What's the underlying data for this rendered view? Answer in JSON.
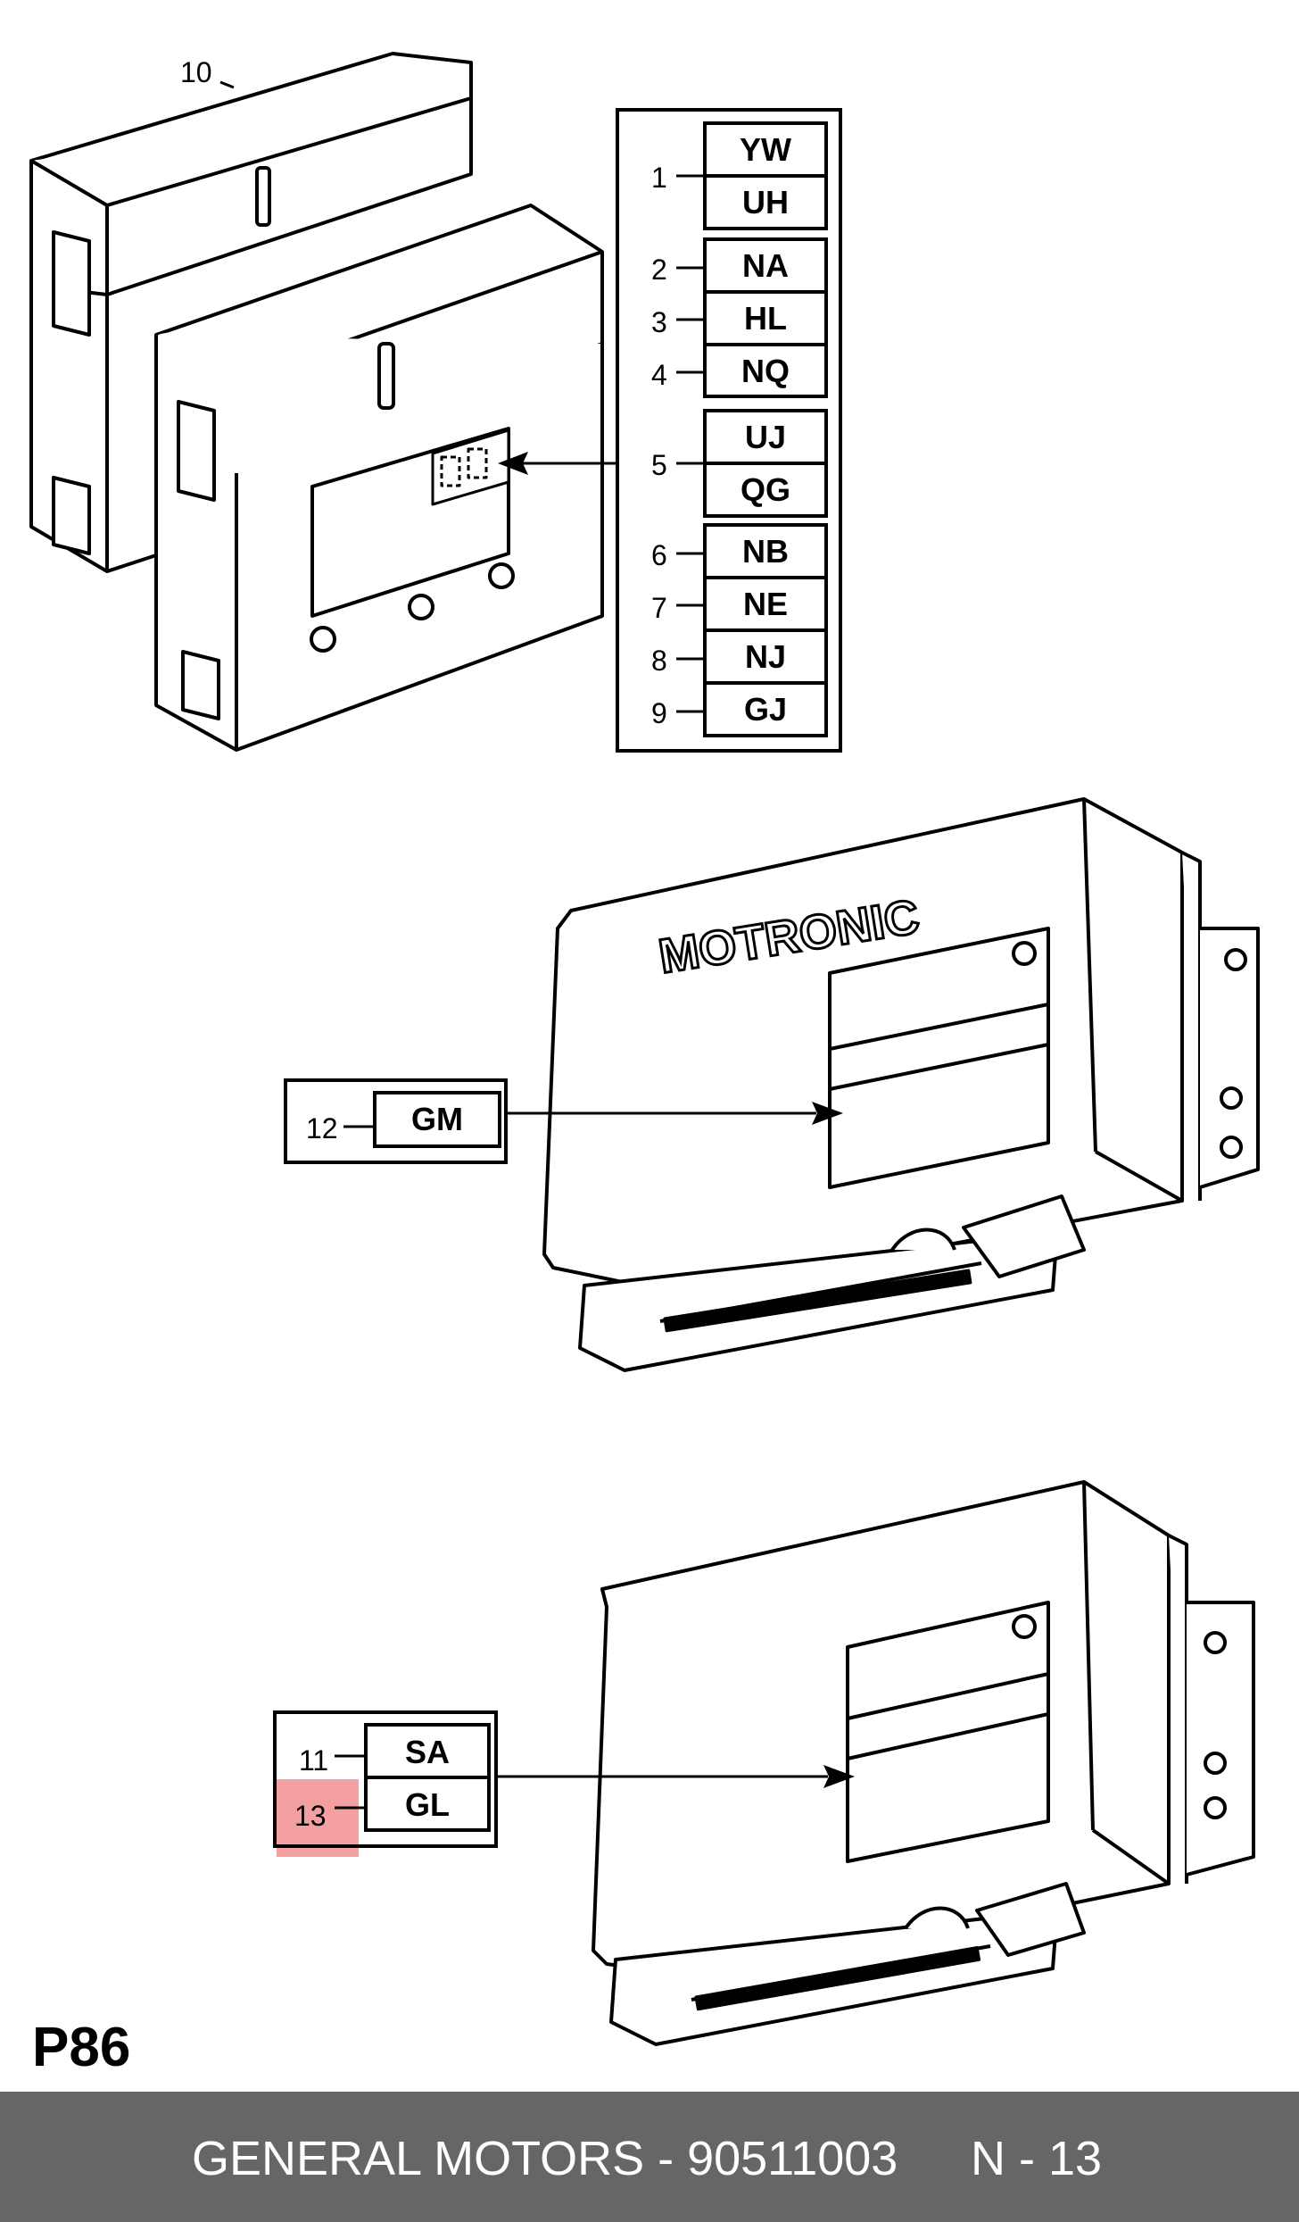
{
  "diagram": {
    "page_code": "P86",
    "unit_top_label": "10",
    "code_list_group": [
      {
        "index": "1",
        "codes": [
          "YW",
          "UH"
        ]
      },
      {
        "index": "2",
        "codes": [
          "NA"
        ]
      },
      {
        "index": "3",
        "codes": [
          "HL"
        ]
      },
      {
        "index": "4",
        "codes": [
          "NQ"
        ]
      },
      {
        "index": "5",
        "codes": [
          "UJ",
          "QG"
        ]
      },
      {
        "index": "6",
        "codes": [
          "NB"
        ]
      },
      {
        "index": "7",
        "codes": [
          "NE"
        ]
      },
      {
        "index": "8",
        "codes": [
          "NJ"
        ]
      },
      {
        "index": "9",
        "codes": [
          "GJ"
        ]
      }
    ],
    "motronic_label": "MOTRONIC",
    "middle_code": {
      "index": "12",
      "code": "GM"
    },
    "bottom_codes": [
      {
        "index": "11",
        "code": "SA"
      },
      {
        "index": "13",
        "code": "GL",
        "highlighted": true
      }
    ],
    "highlight_color": "#f4a0a0"
  },
  "footer": {
    "part_text": "GENERAL MOTORS - 90511003",
    "page_ref": "N - 13",
    "background": "#666666"
  }
}
